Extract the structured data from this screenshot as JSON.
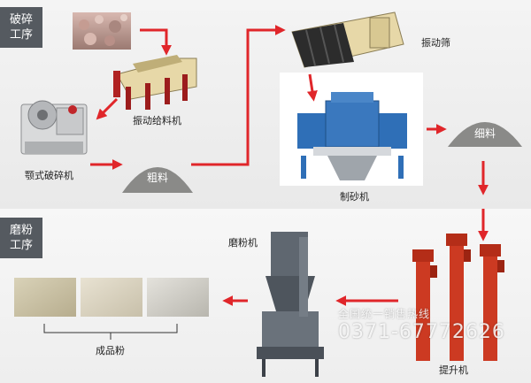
{
  "sections": {
    "crushing": "破碎\n工序",
    "grinding": "磨粉\n工序"
  },
  "labels": {
    "vibrating_feeder": "振动给料机",
    "jaw_crusher": "颚式破碎机",
    "coarse_material": "粗料",
    "vibrating_screen": "振动筛",
    "sand_maker": "制砂机",
    "fine_material": "细料",
    "bucket_elevator": "提升机",
    "grinding_mill": "磨粉机",
    "finished_powder": "成品粉"
  },
  "watermark": {
    "line1": "全国统一销售热线",
    "phone": "0371-67772626"
  },
  "colors": {
    "arrow": "#e0262a",
    "pile": "#8a8a88",
    "tag": "#555a60",
    "machine_blue": "#2f6fb7",
    "elevator_red": "#cc3a22",
    "mill_gray": "#5f6770",
    "feeder_yellow": "#e7d8a8"
  }
}
